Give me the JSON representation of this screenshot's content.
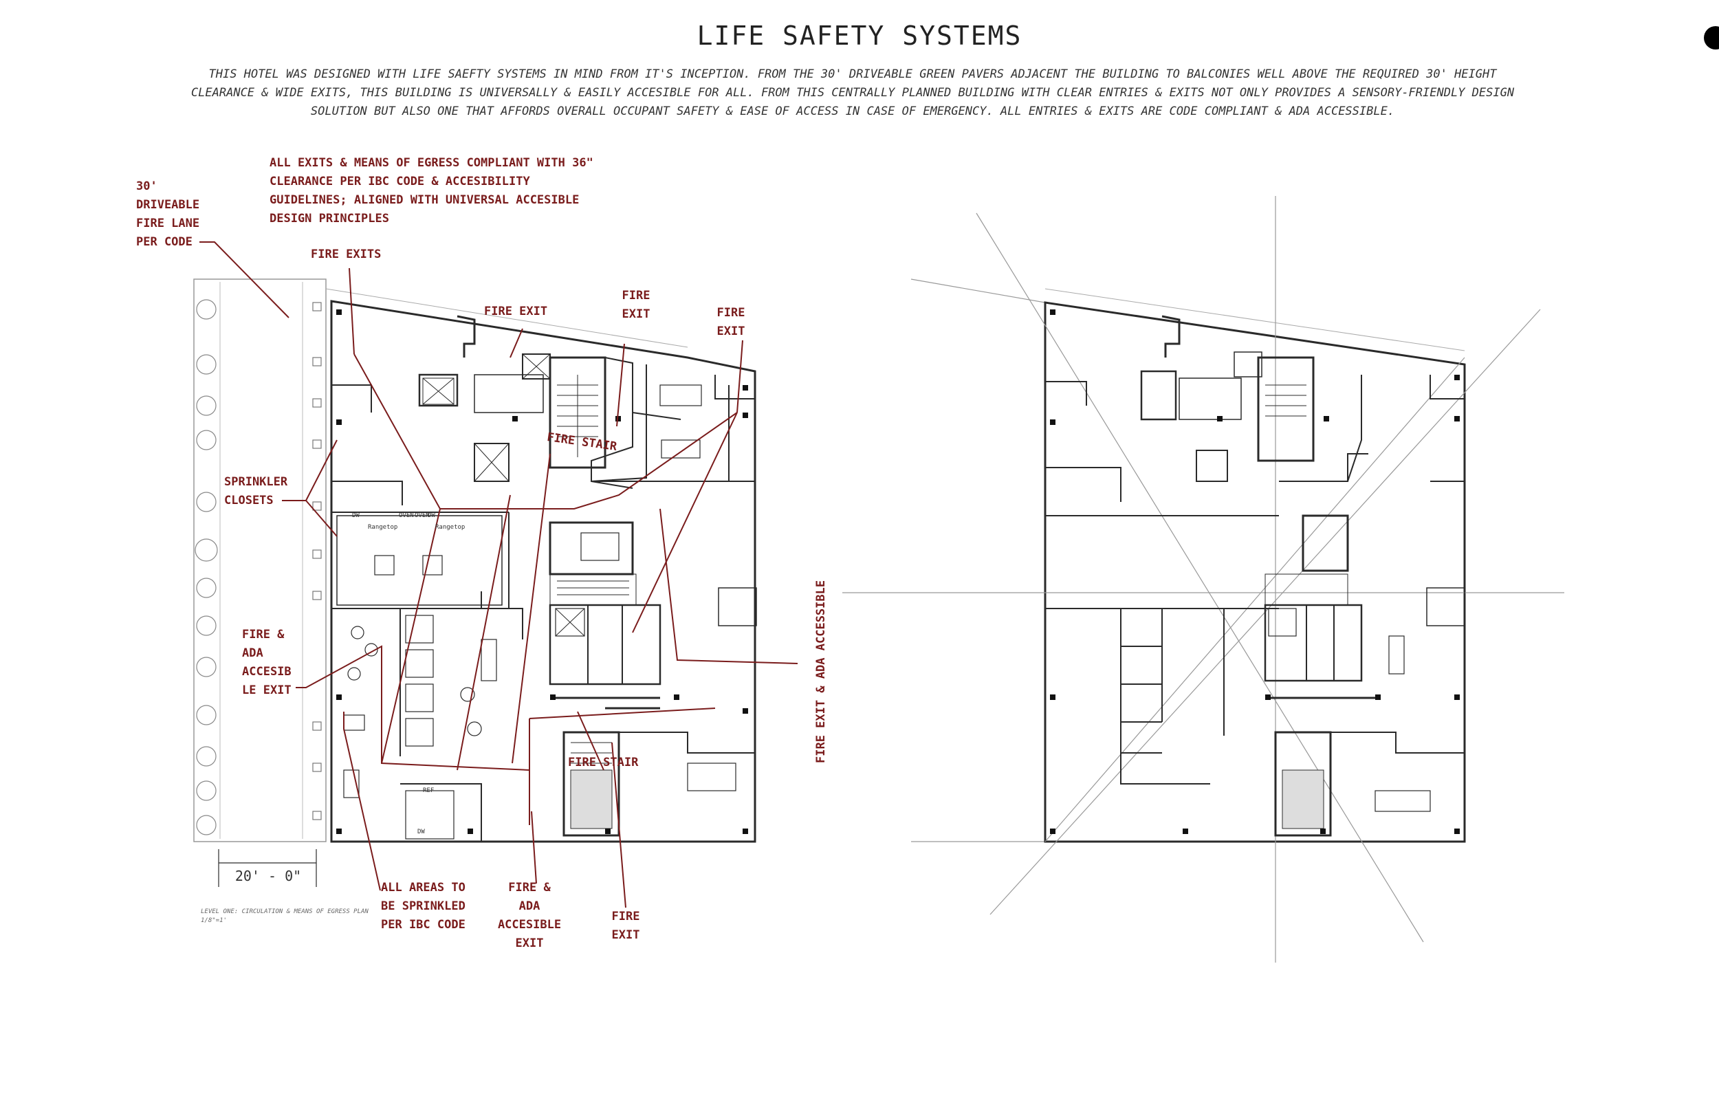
{
  "sheet": {
    "title": "LIFE SAFETY SYSTEMS",
    "intro": "THIS HOTEL WAS DESIGNED WITH LIFE SAEFTY SYSTEMS IN MIND FROM IT'S INCEPTION. FROM THE 30' DRIVEABLE GREEN PAVERS ADJACENT THE BUILDING TO BALCONIES WELL ABOVE THE REQUIRED 30' HEIGHT\nCLEARANCE & WIDE EXITS, THIS BUILDING IS UNIVERSALLY & EASILY ACCESIBLE FOR ALL. FROM THIS CENTRALLY PLANNED  BUILDING WITH CLEAR ENTRIES & EXITS NOT ONLY PROVIDES A SENSORY-FRIENDLY DESIGN\nSOLUTION BUT ALSO ONE THAT AFFORDS OVERALL OCCUPANT SAFETY & EASE OF ACCESS IN CASE OF EMERGENCY. ALL ENTRIES & EXITS ARE CODE COMPLIANT & ADA ACCESSIBLE."
  },
  "annotations": {
    "egress_note": "ALL EXITS & MEANS OF EGRESS COMPLIANT WITH 36\"\nCLEARANCE PER IBC CODE & ACCESIBILITY\nGUIDELINES; ALIGNED WITH UNIVERSAL ACCESIBLE\nDESIGN PRINCIPLES",
    "fire_lane": "30'\nDRIVEABLE\nFIRE LANE\nPER CODE",
    "fire_exits": "FIRE EXITS",
    "fire_exit_a": "FIRE EXIT",
    "fire_exit_b": "FIRE\nEXIT",
    "fire_exit_c": "FIRE\nEXIT",
    "fire_stair_upper": "FIRE STAIR",
    "sprinkler_closets": "SPRINKLER\nCLOSETS",
    "fire_ada_west": "FIRE &\nADA\nACCESIB\nLE EXIT",
    "fire_exit_ada_east": "FIRE EXIT & ADA ACCESSIBLE",
    "fire_stair_lower": "FIRE STAIR",
    "all_areas_sprinkled": "ALL AREAS TO\nBE SPRINKLED\nPER IBC CODE",
    "fire_ada_south": "FIRE &\nADA\nACCESIBLE\nEXIT",
    "fire_exit_south": "FIRE\nEXIT"
  },
  "plan": {
    "dimension": "20' - 0\"",
    "caption": "LEVEL ONE: CIRCULATION & MEANS OF EGRESS PLAN\n1/8\"=1'",
    "kitchen_labels": [
      "DW",
      "OVEN",
      "OVEN",
      "DW",
      "Rangetop",
      "Rangetop"
    ],
    "small_labels": [
      "REF",
      "DW"
    ]
  },
  "colors": {
    "annotation": "#7a1c1c",
    "linework": "#2a2a2a",
    "accent_dot": "#000000"
  }
}
